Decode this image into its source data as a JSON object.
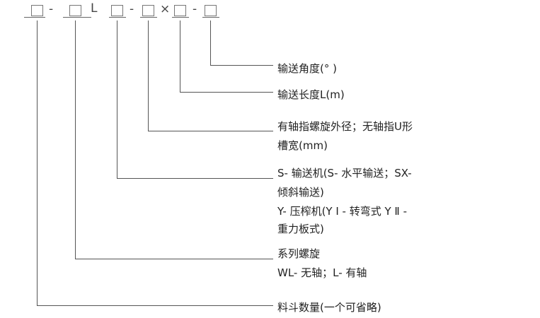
{
  "code": {
    "slots": [
      "□",
      "□",
      "□",
      "□",
      "□",
      "□"
    ],
    "sep1": "-",
    "series_letter": "L",
    "sep2": "-",
    "times": "×",
    "sep3": "-"
  },
  "labels": {
    "angle": "输送角度(°  )",
    "length": "输送长度L(m)",
    "diameter_1": "有轴指螺旋外径；无轴指U形",
    "diameter_2": "槽宽(mm)",
    "type_1": "S- 输送机(S- 水平输送；SX-",
    "type_2": "倾斜输送)",
    "type_3": "Y- 压榨机(Y Ⅰ - 转弯式  Y Ⅱ -",
    "type_4": "重力板式)",
    "series_1": "系列螺旋",
    "series_2": "WL- 无轴；L- 有轴",
    "count": "料斗数量(一个可省略)"
  }
}
